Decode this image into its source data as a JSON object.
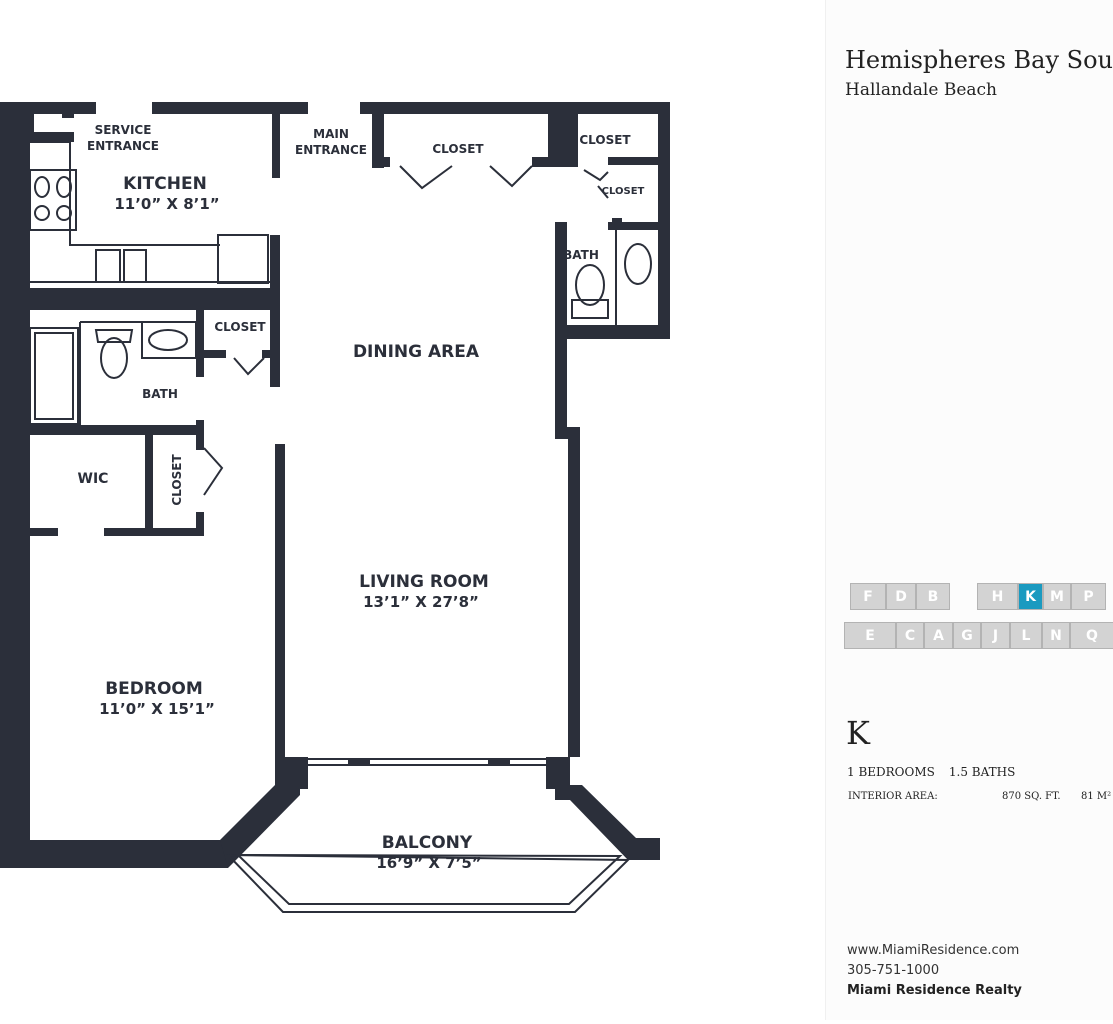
{
  "building": {
    "name": "Hemispheres Bay South",
    "city": "Hallandale Beach"
  },
  "unit_selector": {
    "row1": [
      "F",
      "D",
      "B",
      "H",
      "K",
      "M",
      "P"
    ],
    "row2": [
      "E",
      "C",
      "A",
      "G",
      "J",
      "L",
      "N",
      "Q"
    ],
    "active": "K",
    "colors": {
      "inactive": "#d3d3d3",
      "active": "#1a9ac0",
      "text": "#ffffff"
    }
  },
  "unit": {
    "letter": "K",
    "bedrooms": "1 BEDROOMS",
    "baths": "1.5 BATHS",
    "interior_label": "INTERIOR AREA:",
    "interior_sqft": "870 SQ. FT.",
    "interior_m2": "81 M²"
  },
  "contact": {
    "website": "www.MiamiResidence.com",
    "phone": "305-751-1000",
    "company": "Miami Residence Realty"
  },
  "floorplan": {
    "wall_color": "#2b2f3a",
    "rooms": {
      "service_entrance_1": "SERVICE",
      "service_entrance_2": "ENTRANCE",
      "main_entrance_1": "MAIN",
      "main_entrance_2": "ENTRANCE",
      "closet_top": "CLOSET",
      "closet_top_right": "CLOSET",
      "closet_small_right": "CLOSET",
      "kitchen": "KITCHEN",
      "kitchen_dim": "11’0” X 8’1”",
      "bath_right": "BATH",
      "closet_hall": "CLOSET",
      "dining": "DINING AREA",
      "bath_left": "BATH",
      "wic": "WIC",
      "closet_vertical": "CLOSET",
      "living": "LIVING ROOM",
      "living_dim": "13’1” X 27’8”",
      "bedroom": "BEDROOM",
      "bedroom_dim": "11’0” X 15’1”",
      "balcony": "BALCONY",
      "balcony_dim": "16’9” X 7’5”"
    }
  }
}
